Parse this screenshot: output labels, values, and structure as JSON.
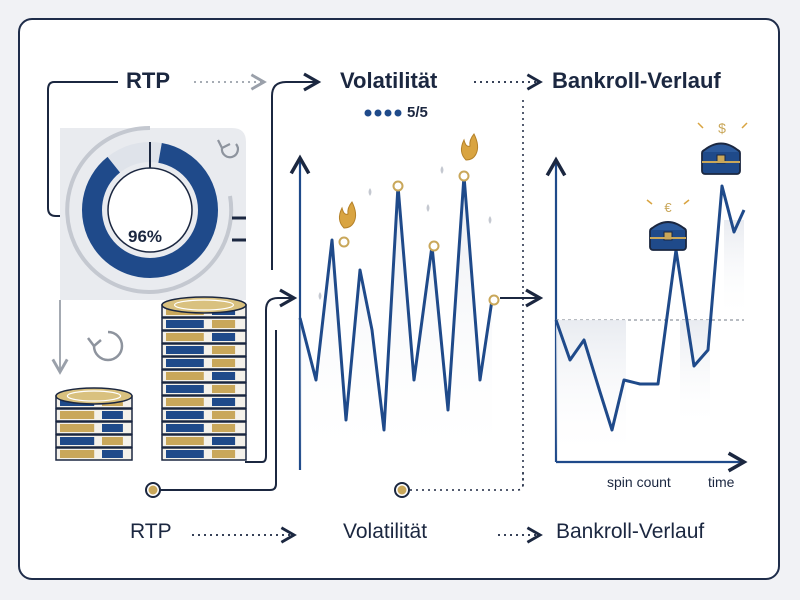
{
  "header": {
    "step1": "RTP",
    "step2": "Volatilität",
    "step3": "Bankroll-Verlauf",
    "volatility_rating": "5/5",
    "volatility_dots": 4
  },
  "footer": {
    "step1": "RTP",
    "step2": "Volatilität",
    "step3": "Bankroll-Verlauf"
  },
  "rtp": {
    "percent_label": "96%",
    "fraction": 0.96
  },
  "bankroll_axes": {
    "x_label_1": "spin count",
    "x_label_2": "time"
  },
  "badges": {
    "euro": "€",
    "dollar": "$"
  },
  "colors": {
    "navy": "#1f4a8a",
    "dark": "#1b2740",
    "gold": "#c9a75a",
    "flame": "#d9a441",
    "grey": "#c4c8d0"
  }
}
